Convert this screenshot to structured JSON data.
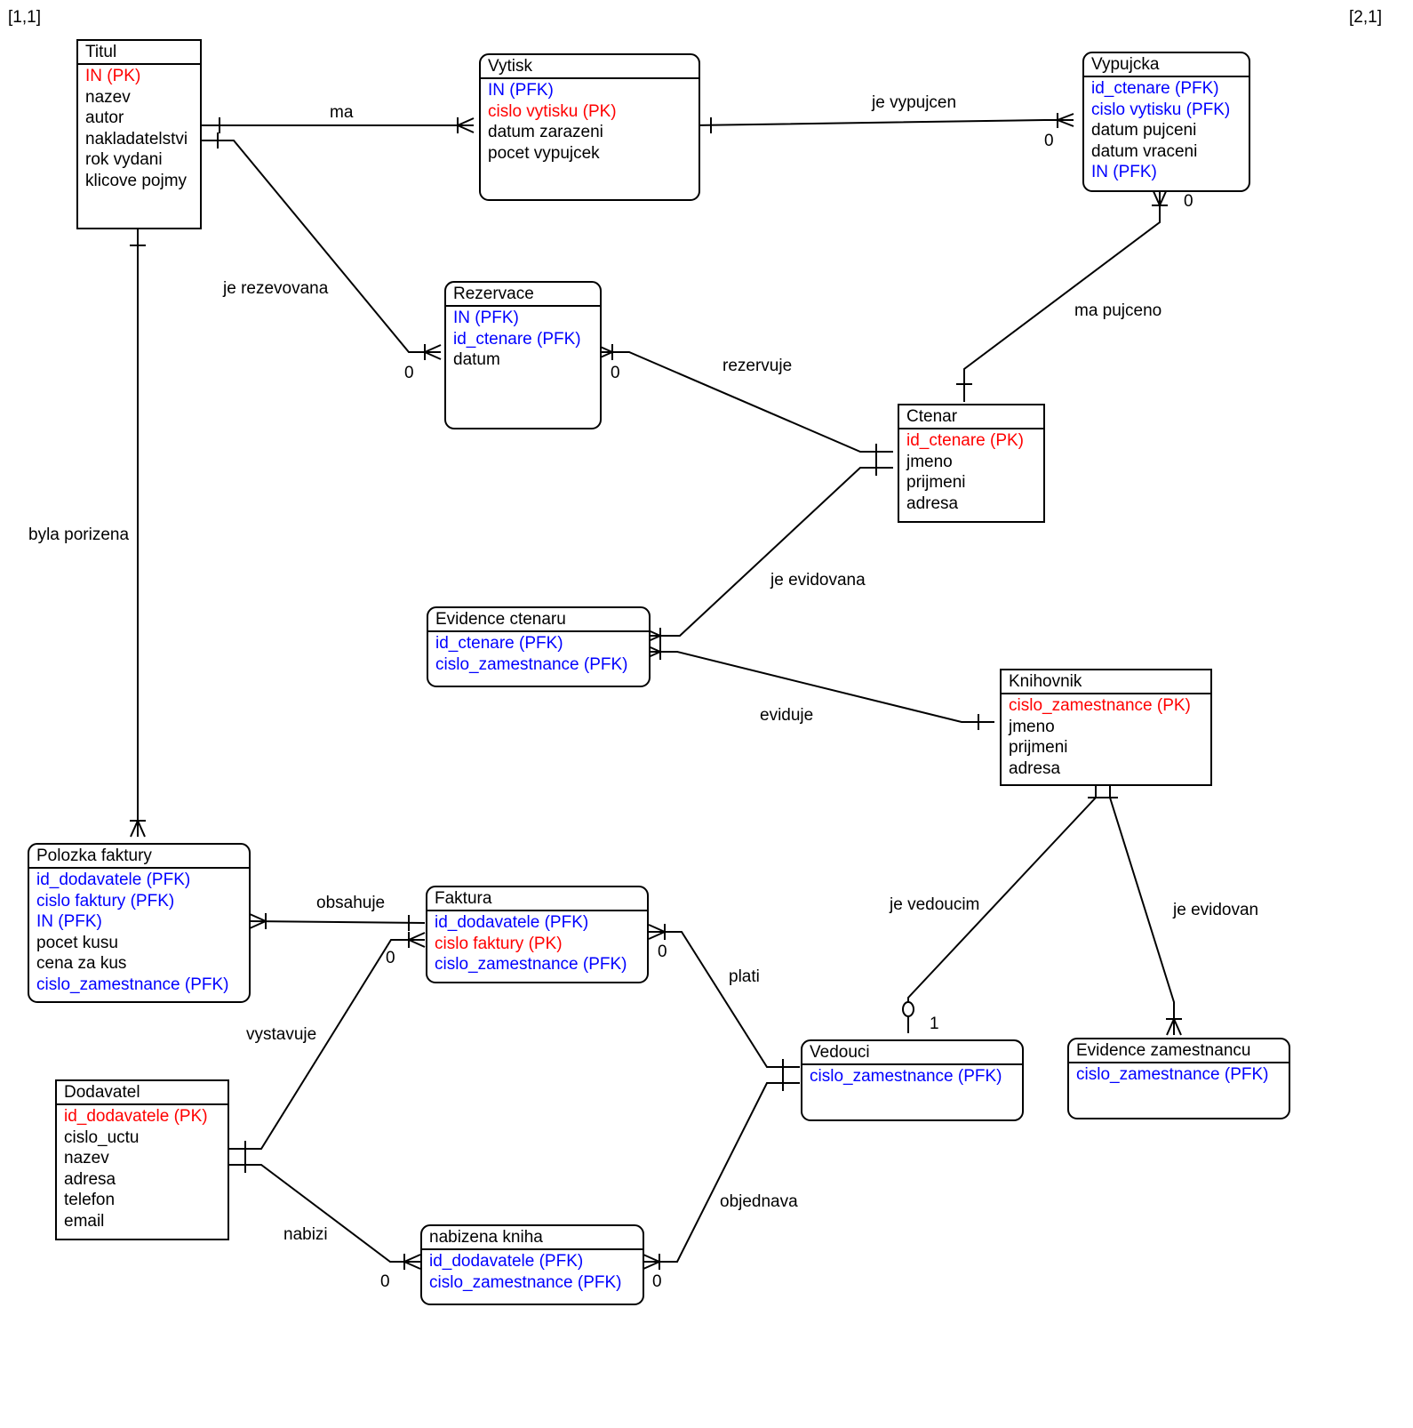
{
  "corner_labels": {
    "top_left": "[1,1]",
    "top_right": "[2,1]"
  },
  "colors": {
    "primary_key": "#ff0000",
    "foreign_key": "#0000ff",
    "regular": "#000000"
  },
  "entities": {
    "titul": {
      "name": "Titul",
      "attributes": [
        {
          "text": "IN (PK)",
          "kind": "pk"
        },
        {
          "text": "nazev",
          "kind": "attr"
        },
        {
          "text": "autor",
          "kind": "attr"
        },
        {
          "text": "nakladatelstvi",
          "kind": "attr"
        },
        {
          "text": "rok vydani",
          "kind": "attr"
        },
        {
          "text": "klicove pojmy",
          "kind": "attr"
        }
      ]
    },
    "vytisk": {
      "name": "Vytisk",
      "attributes": [
        {
          "text": "IN (PFK)",
          "kind": "fk"
        },
        {
          "text": "cislo vytisku (PK)",
          "kind": "pk"
        },
        {
          "text": "datum zarazeni",
          "kind": "attr"
        },
        {
          "text": "pocet vypujcek",
          "kind": "attr"
        }
      ]
    },
    "vypujcka": {
      "name": "Vypujcka",
      "attributes": [
        {
          "text": "id_ctenare (PFK)",
          "kind": "fk"
        },
        {
          "text": "cislo vytisku (PFK)",
          "kind": "fk"
        },
        {
          "text": "datum pujceni",
          "kind": "attr"
        },
        {
          "text": "datum vraceni",
          "kind": "attr"
        },
        {
          "text": "IN (PFK)",
          "kind": "fk"
        }
      ]
    },
    "rezervace": {
      "name": "Rezervace",
      "attributes": [
        {
          "text": "IN (PFK)",
          "kind": "fk"
        },
        {
          "text": "id_ctenare (PFK)",
          "kind": "fk"
        },
        {
          "text": "datum",
          "kind": "attr"
        }
      ]
    },
    "ctenar": {
      "name": "Ctenar",
      "attributes": [
        {
          "text": "id_ctenare (PK)",
          "kind": "pk"
        },
        {
          "text": "jmeno",
          "kind": "attr"
        },
        {
          "text": "prijmeni",
          "kind": "attr"
        },
        {
          "text": "adresa",
          "kind": "attr"
        }
      ]
    },
    "evidence_ctenaru": {
      "name": "Evidence ctenaru",
      "attributes": [
        {
          "text": "id_ctenare (PFK)",
          "kind": "fk"
        },
        {
          "text": "cislo_zamestnance (PFK)",
          "kind": "fk"
        }
      ]
    },
    "knihovnik": {
      "name": "Knihovnik",
      "attributes": [
        {
          "text": "cislo_zamestnance (PK)",
          "kind": "pk"
        },
        {
          "text": "jmeno",
          "kind": "attr"
        },
        {
          "text": "prijmeni",
          "kind": "attr"
        },
        {
          "text": "adresa",
          "kind": "attr"
        }
      ]
    },
    "polozka_faktury": {
      "name": "Polozka faktury",
      "attributes": [
        {
          "text": "id_dodavatele (PFK)",
          "kind": "fk"
        },
        {
          "text": "cislo faktury (PFK)",
          "kind": "fk"
        },
        {
          "text": "IN (PFK)",
          "kind": "fk"
        },
        {
          "text": "pocet kusu",
          "kind": "attr"
        },
        {
          "text": "cena za kus",
          "kind": "attr"
        },
        {
          "text": "cislo_zamestnance (PFK)",
          "kind": "fk"
        }
      ]
    },
    "faktura": {
      "name": "Faktura",
      "attributes": [
        {
          "text": "id_dodavatele (PFK)",
          "kind": "fk"
        },
        {
          "text": "cislo faktury (PK)",
          "kind": "pk"
        },
        {
          "text": "cislo_zamestnance (PFK)",
          "kind": "fk"
        }
      ]
    },
    "vedouci": {
      "name": "Vedouci",
      "attributes": [
        {
          "text": "cislo_zamestnance (PFK)",
          "kind": "fk"
        }
      ]
    },
    "evidence_zamestnancu": {
      "name": "Evidence zamestnancu",
      "attributes": [
        {
          "text": "cislo_zamestnance (PFK)",
          "kind": "fk"
        }
      ]
    },
    "dodavatel": {
      "name": "Dodavatel",
      "attributes": [
        {
          "text": "id_dodavatele (PK)",
          "kind": "pk"
        },
        {
          "text": "cislo_uctu",
          "kind": "attr"
        },
        {
          "text": "nazev",
          "kind": "attr"
        },
        {
          "text": "adresa",
          "kind": "attr"
        },
        {
          "text": "telefon",
          "kind": "attr"
        },
        {
          "text": "email",
          "kind": "attr"
        }
      ]
    },
    "nabizena_kniha": {
      "name": "nabizena kniha",
      "attributes": [
        {
          "text": "id_dodavatele (PFK)",
          "kind": "fk"
        },
        {
          "text": "cislo_zamestnance (PFK)",
          "kind": "fk"
        }
      ]
    }
  },
  "relationships": {
    "ma": "ma",
    "je_vypujcen": "je vypujcen",
    "je_rezevovana": "je rezevovana",
    "ma_pujceno": "ma pujceno",
    "rezervuje": "rezervuje",
    "byla_porizena": "byla porizena",
    "je_evidovana": "je evidovana",
    "eviduje": "eviduje",
    "je_vedoucim": "je vedoucim",
    "je_evidovan": "je evidovan",
    "obsahuje": "obsahuje",
    "plati": "plati",
    "vystavuje": "vystavuje",
    "objednava": "objednava",
    "nabizi": "nabizi"
  },
  "cardinality_labels": {
    "zero": "0",
    "one": "1"
  }
}
